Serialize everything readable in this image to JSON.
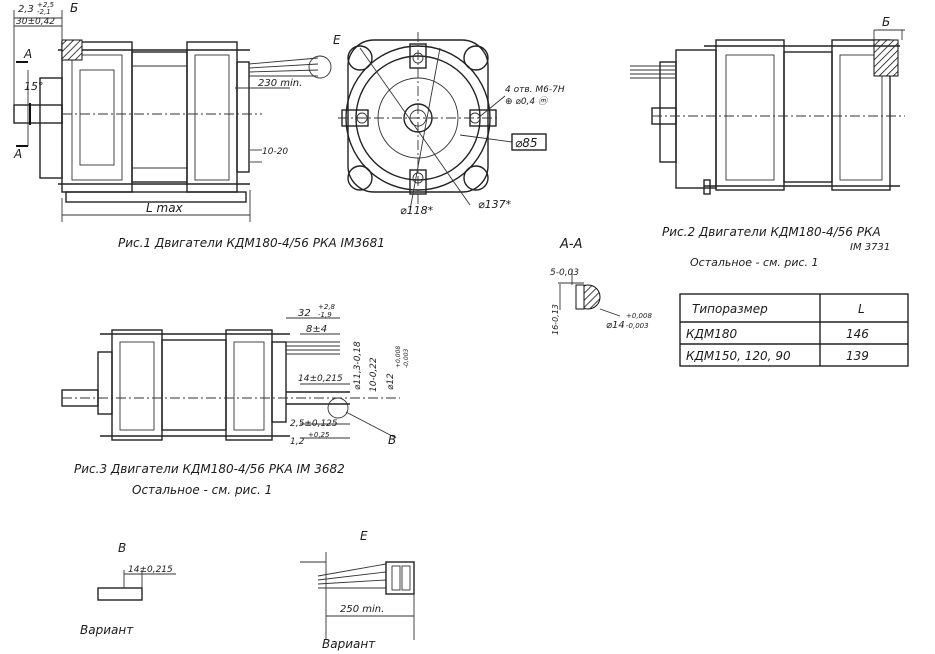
{
  "fig1": {
    "caption": "Рис.1 Двигатели КДМ180-4/56 РКА IM3681",
    "section_mark_a_top": "А",
    "section_mark_a_bottom": "А",
    "view_b": "Б",
    "view_e": "Е",
    "dim_23": "2,3",
    "dim_23_tol_upper": "+2,5",
    "dim_23_tol_lower": "-2,1",
    "dim_30": "30±0,42",
    "angle": "15°",
    "lead_length": "230 min.",
    "dim_10_20": "10-20",
    "overall_length": "L max",
    "holes": "4 отв. М6-7Н",
    "position_tol": "⊕ ⌀0,4 ⓜ",
    "dia_85": "⌀85",
    "dia_118": "⌀118*",
    "dia_137": "⌀137*"
  },
  "fig2": {
    "caption_line1": "Рис.2 Двигатели КДМ180-4/56 РКА",
    "caption_line2": "IM 3731",
    "caption_line3": "Остальное - см. рис. 1",
    "view_b": "Б"
  },
  "section_aa": {
    "title": "А-А",
    "dim_5": "5-0,03",
    "dim_16": "16-0,13",
    "dia_14": "⌀14",
    "dia_14_tol_upper": "+0,008",
    "dia_14_tol_lower": "-0,003"
  },
  "size_table": {
    "header_type": "Типоразмер",
    "header_l": "L",
    "rows": [
      {
        "type": "КДМ180",
        "l": "146"
      },
      {
        "type": "КДМ150, 120, 90",
        "l": "139"
      }
    ]
  },
  "fig3": {
    "caption_line1": "Рис.3 Двигатели КДМ180-4/56 РКА IM 3682",
    "caption_line2": "Остальное - см. рис. 1",
    "dim_32": "32",
    "dim_32_tol_upper": "+2,8",
    "dim_32_tol_lower": "-1,9",
    "dim_8": "8±4",
    "dim_14": "14±0,215",
    "dim_25": "2,5±0,125",
    "dim_12": "1,2",
    "dim_12_tol": "+0,25",
    "dia_113": "⌀11,3-0,18",
    "dim_10": "10-0,22",
    "dia_12": "⌀12",
    "dia_12_tol_upper": "+0,008",
    "dia_12_tol_lower": "-0,003",
    "view_v": "В"
  },
  "detail_v": {
    "title": "В",
    "dim": "14±0,215",
    "label": "Вариант"
  },
  "detail_e": {
    "title": "Е",
    "dim": "250 min.",
    "label": "Вариант"
  }
}
